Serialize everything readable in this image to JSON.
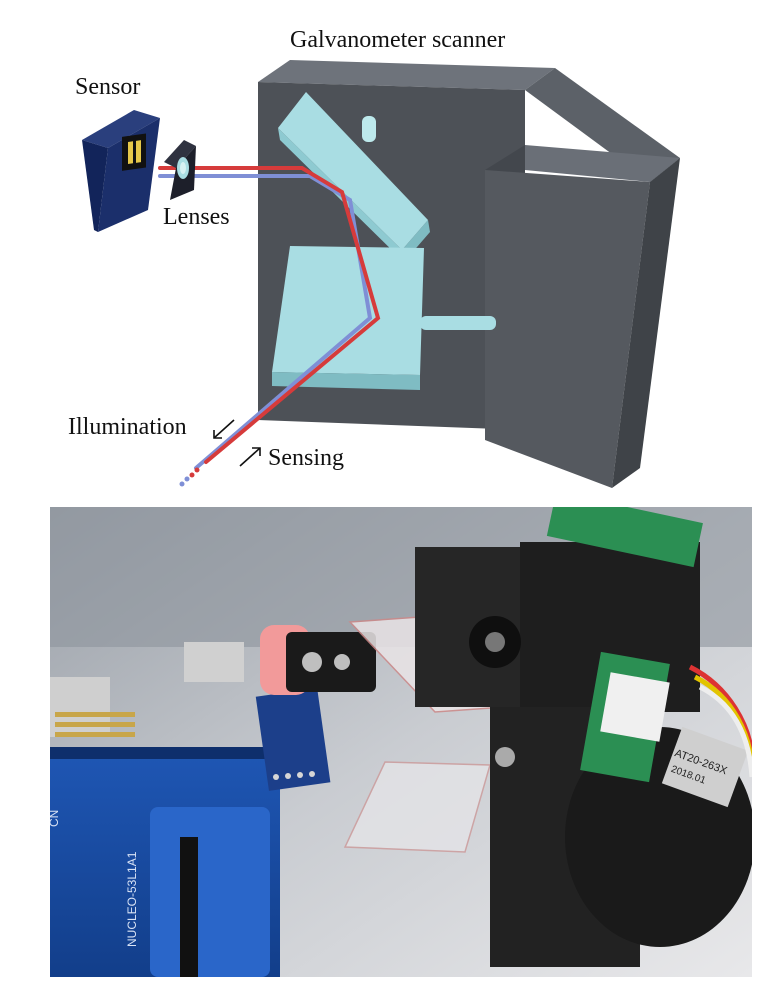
{
  "diagram": {
    "labels": {
      "galvo": "Galvanometer scanner",
      "sensor": "Sensor",
      "lenses": "Lenses",
      "illumination": "Illumination",
      "sensing": "Sensing"
    },
    "colors": {
      "scanner_body": "#4a4e54",
      "mirror": "#a9dde3",
      "sensor_body": "#1b2f6b",
      "illumination_beam": "#d63b3b",
      "sensing_beam": "#7f8fd6"
    }
  },
  "photo": {
    "markings": {
      "motor_label_1": "AT20-263X",
      "motor_label_2": "2018.01",
      "board_label": "NUCLEO-53L1A1",
      "board_edge": "CN"
    }
  }
}
